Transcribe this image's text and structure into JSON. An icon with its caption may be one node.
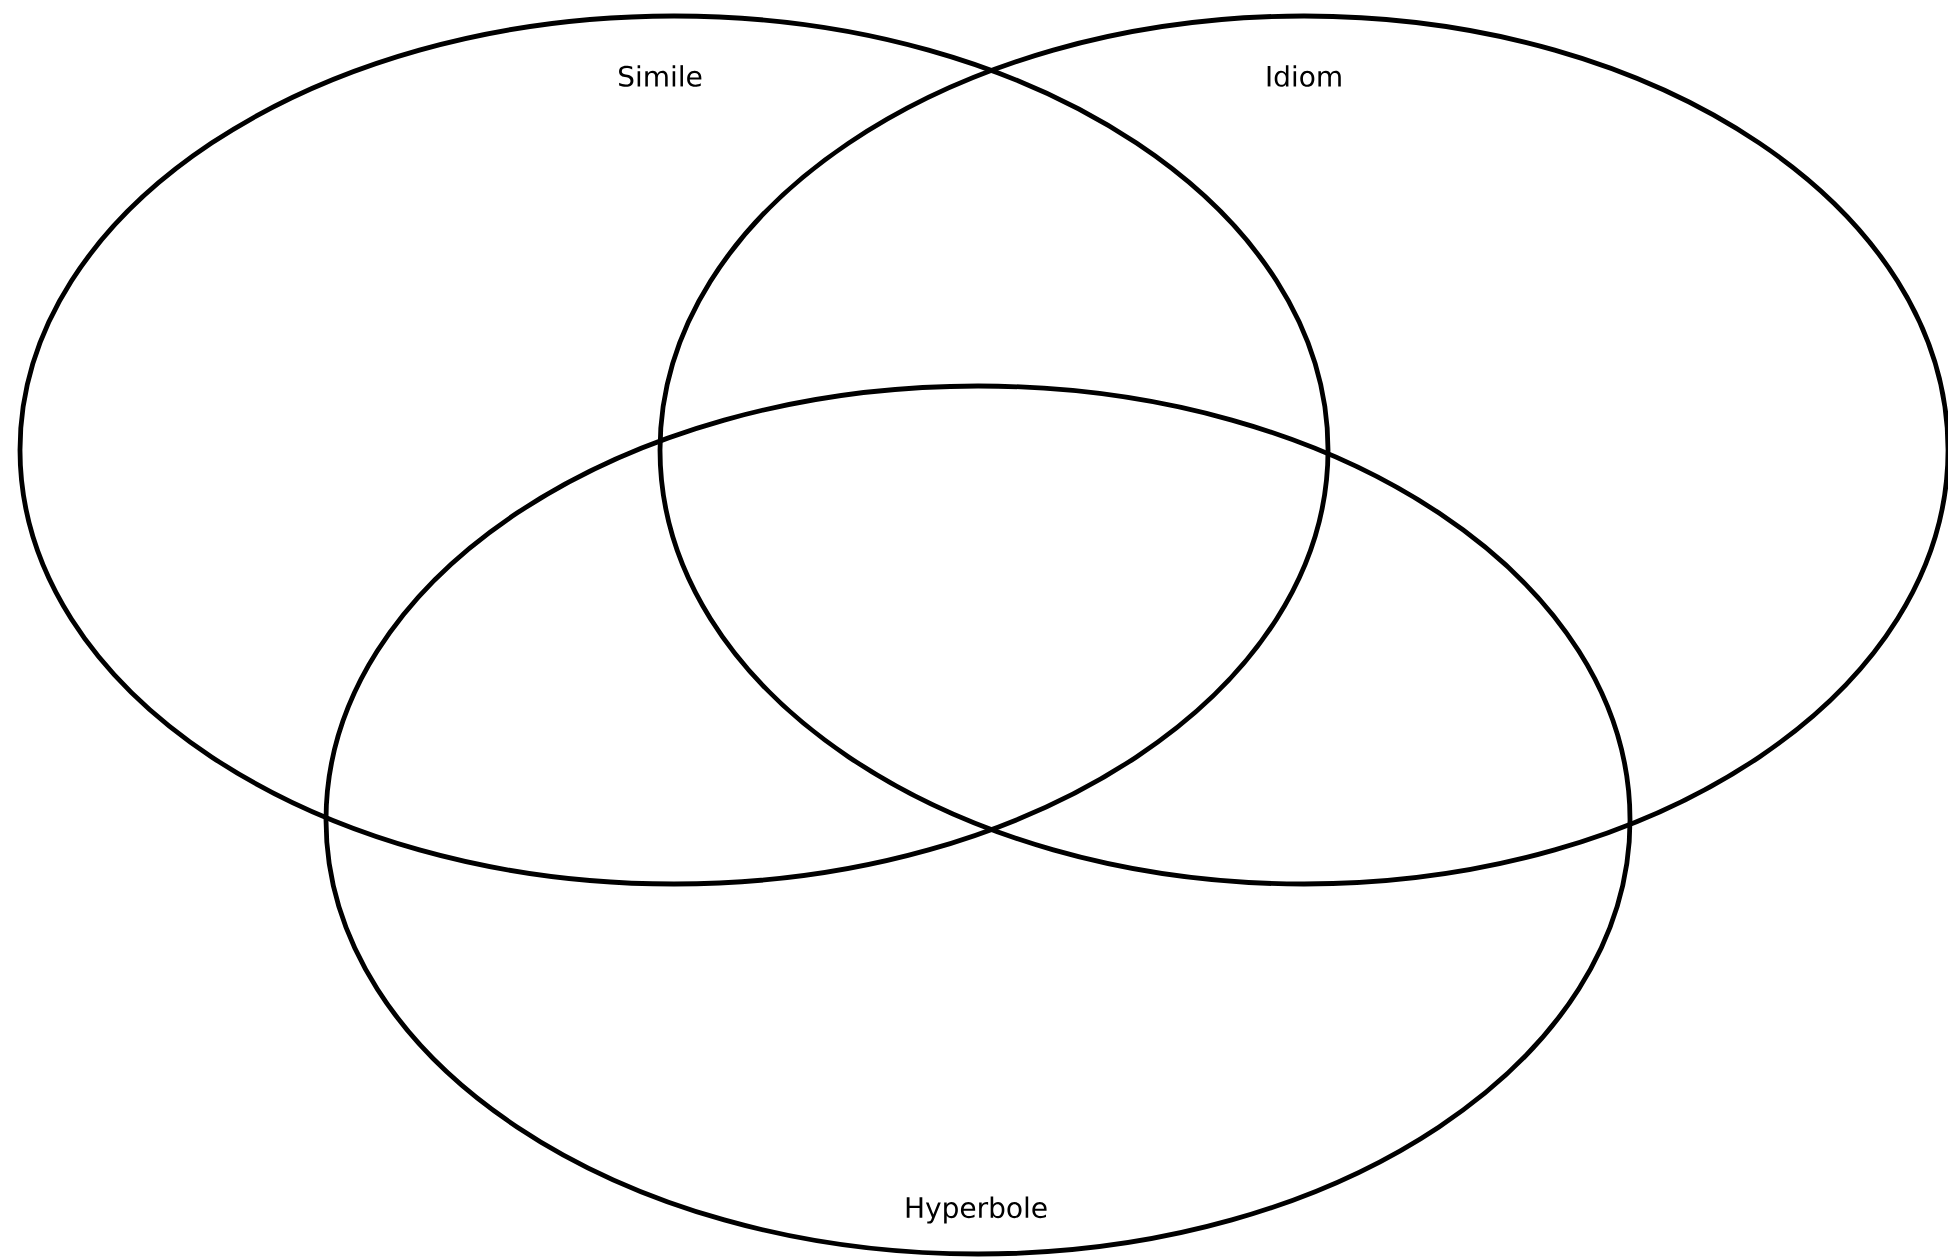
{
  "diagram": {
    "nodes": [
      {
        "text": [
          "Simile"
        ]
      },
      {
        "text": [
          "Idiom"
        ]
      },
      {
        "text": [
          "Hyperbole"
        ]
      }
    ]
  }
}
